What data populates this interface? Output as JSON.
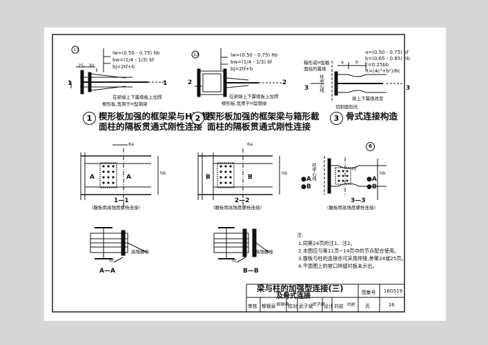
{
  "sheet": {
    "border_color": "#111111",
    "paper_color": "#ffffff",
    "background_color": "#d7d7d7"
  },
  "captions": [
    {
      "num": "1",
      "line1": "楔形板加强的框架梁与H形截",
      "line2": "面柱的隔板贯通式刚性连接"
    },
    {
      "num": "2",
      "line1": "楔形板加强的框架梁与箱形截",
      "line2": "面柱的隔板贯通式刚性连接"
    },
    {
      "num": "3",
      "line1": "骨式连接构造",
      "line2": ""
    }
  ],
  "detail1": {
    "circle_label": "13",
    "dim1": "25",
    "dim2": "30",
    "f1": "lw=(0.50 - 0.75) hb",
    "f2": "bw=(1/4 - 1/3) bf",
    "f3": "bj=2tf+b",
    "note_a": "在梁端上下翼缘板上加焊",
    "note_b": "楔形板,宽用于H型钢梁",
    "mark": "1"
  },
  "detail2": {
    "circle_label": "13",
    "f1": "lw=(0.50 - 0.75) hb",
    "f2": "bw=(1/4 - 1/3) bf",
    "f3": "bj=2tf+b",
    "note_a": "在梁端上下翼缘板上加焊",
    "note_b": "楔形板,宽用于H型钢梁",
    "mark": "2"
  },
  "detail3": {
    "label_top": "箱形或H型截",
    "label_top2": "面柱的翼缘",
    "col_axis": "柱中心线",
    "f1": "a=(0.50 - 0.75) bf",
    "f2": "b=(0.65 - 0.85) hb",
    "f3": "c=0.25bb",
    "f4": "R=(4c²+b²)/8c",
    "note_a": "梁上下翼缘改变",
    "note_b": "切割面刨光",
    "dim_a": "a",
    "dim_b": "b",
    "mark": "3"
  },
  "sections": {
    "s11": {
      "title": "1—1",
      "sub": "(腹板用高强度螺栓连接)",
      "left": "A",
      "right": "A",
      "hb": "hb",
      "callout": "6a"
    },
    "s22": {
      "title": "2—2",
      "sub": "(腹板用高强度螺栓连接)",
      "left": "B",
      "right": "B",
      "hb": "hb",
      "callout": "6a"
    },
    "s33": {
      "title": "3—3",
      "sub": "(腹板用高强度螺栓连接)",
      "left": "●A",
      "right": "●A",
      "left2": "●B",
      "right2": "●B",
      "hb": "hb",
      "hf": "hf",
      "callout": "6",
      "col_axis": "柱中心线"
    },
    "aa": {
      "title": "A—A",
      "label": "高强螺栓",
      "hf": "hf"
    },
    "bb": {
      "title": "B—B",
      "label": "高强螺栓",
      "hf": "hf"
    }
  },
  "notes": {
    "heading": "注:",
    "items": [
      "1.同第24页的注1、注2。",
      "2.本图应与第11页~14页中的节点配合使用。",
      "3.腹板与柱的连接亦可采用焊接,参第24或25页。",
      "4.平面图上的坡口焊缝衬板未示出。"
    ]
  },
  "title_block": {
    "title_line1": "梁与柱的加强型连接(三)",
    "title_line2": "及骨式连接",
    "atlas_label": "图集号",
    "atlas_value": "16G519",
    "review_label": "审核",
    "review_name": "郁银泉",
    "check_label": "校对",
    "check_name": "武子斌",
    "design_label": "设计",
    "design_name": "刘岩",
    "page_label": "页",
    "page_value": "26",
    "sig1": "郁银泉",
    "sig2": "武子斌",
    "sig3": "刘岩"
  }
}
